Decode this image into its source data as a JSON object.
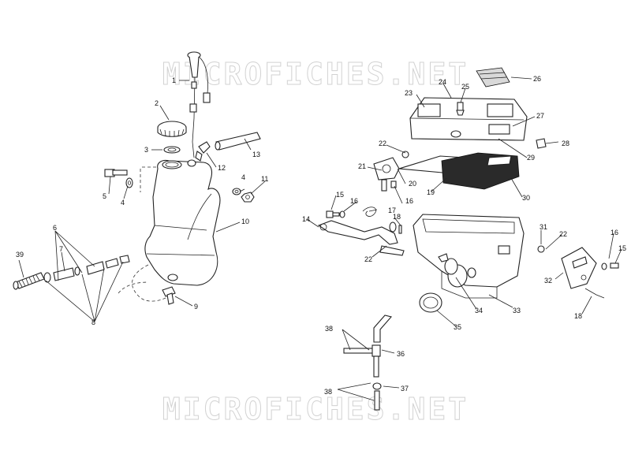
{
  "watermark": {
    "top": "MICROFICHES.NET",
    "bottom": "MICROFICHES.NET"
  },
  "callouts": [
    {
      "id": "c1",
      "label": "1"
    },
    {
      "id": "c2",
      "label": "2"
    },
    {
      "id": "c3",
      "label": "3"
    },
    {
      "id": "c4a",
      "label": "4"
    },
    {
      "id": "c4b",
      "label": "4"
    },
    {
      "id": "c5",
      "label": "5"
    },
    {
      "id": "c6",
      "label": "6"
    },
    {
      "id": "c7",
      "label": "7"
    },
    {
      "id": "c8",
      "label": "8"
    },
    {
      "id": "c9",
      "label": "9"
    },
    {
      "id": "c10",
      "label": "10"
    },
    {
      "id": "c11",
      "label": "11"
    },
    {
      "id": "c12",
      "label": "12"
    },
    {
      "id": "c13",
      "label": "13"
    },
    {
      "id": "c14",
      "label": "14"
    },
    {
      "id": "c15a",
      "label": "15"
    },
    {
      "id": "c15b",
      "label": "15"
    },
    {
      "id": "c16a",
      "label": "16"
    },
    {
      "id": "c16b",
      "label": "16"
    },
    {
      "id": "c16c",
      "label": "16"
    },
    {
      "id": "c17",
      "label": "17"
    },
    {
      "id": "c18a",
      "label": "18"
    },
    {
      "id": "c18b",
      "label": "18"
    },
    {
      "id": "c19",
      "label": "19"
    },
    {
      "id": "c20",
      "label": "20"
    },
    {
      "id": "c21",
      "label": "21"
    },
    {
      "id": "c22a",
      "label": "22"
    },
    {
      "id": "c22b",
      "label": "22"
    },
    {
      "id": "c22c",
      "label": "22"
    },
    {
      "id": "c23",
      "label": "23"
    },
    {
      "id": "c24",
      "label": "24"
    },
    {
      "id": "c25",
      "label": "25"
    },
    {
      "id": "c26",
      "label": "26"
    },
    {
      "id": "c27",
      "label": "27"
    },
    {
      "id": "c28",
      "label": "28"
    },
    {
      "id": "c29",
      "label": "29"
    },
    {
      "id": "c30",
      "label": "30"
    },
    {
      "id": "c31",
      "label": "31"
    },
    {
      "id": "c32",
      "label": "32"
    },
    {
      "id": "c33",
      "label": "33"
    },
    {
      "id": "c34",
      "label": "34"
    },
    {
      "id": "c35",
      "label": "35"
    },
    {
      "id": "c36",
      "label": "36"
    },
    {
      "id": "c37",
      "label": "37"
    },
    {
      "id": "c38a",
      "label": "38"
    },
    {
      "id": "c38b",
      "label": "38"
    },
    {
      "id": "c39",
      "label": "39"
    }
  ]
}
